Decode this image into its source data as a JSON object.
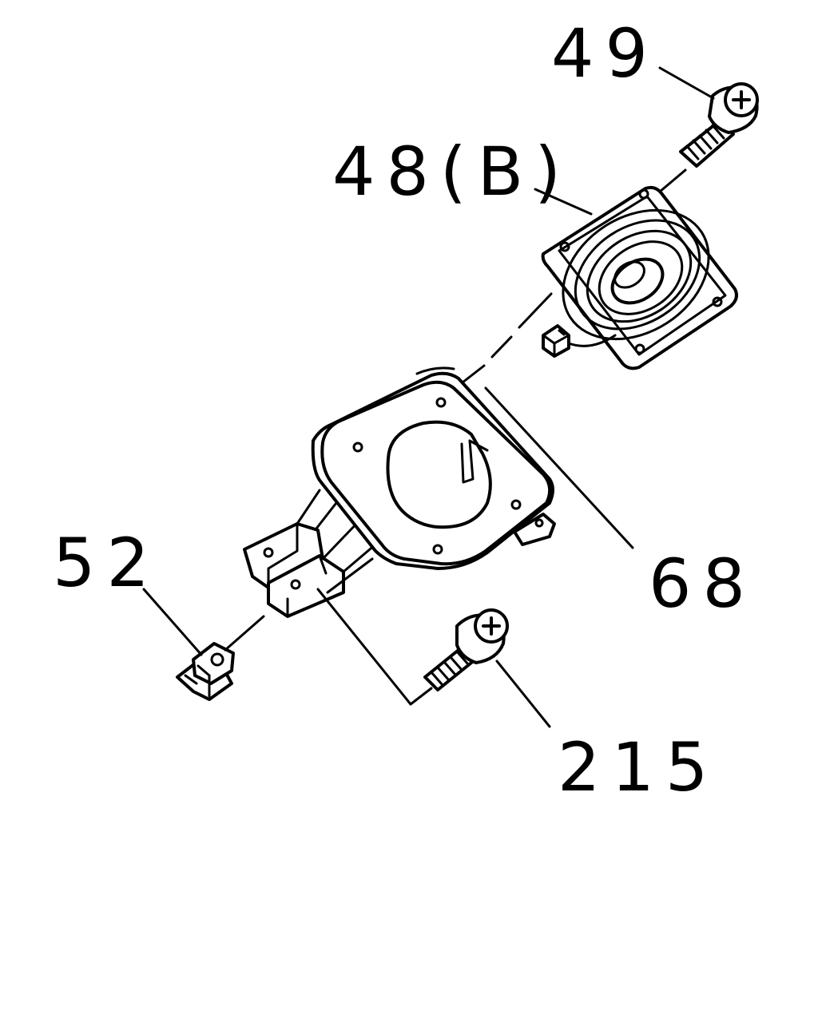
{
  "callouts": {
    "screw_top": "49",
    "speaker": "48(B)",
    "bracket": "68",
    "clip": "52",
    "screw_bottom": "215"
  },
  "icons": [
    "screw-icon",
    "speaker-icon",
    "bracket-icon",
    "clip-icon",
    "connector-icon"
  ]
}
